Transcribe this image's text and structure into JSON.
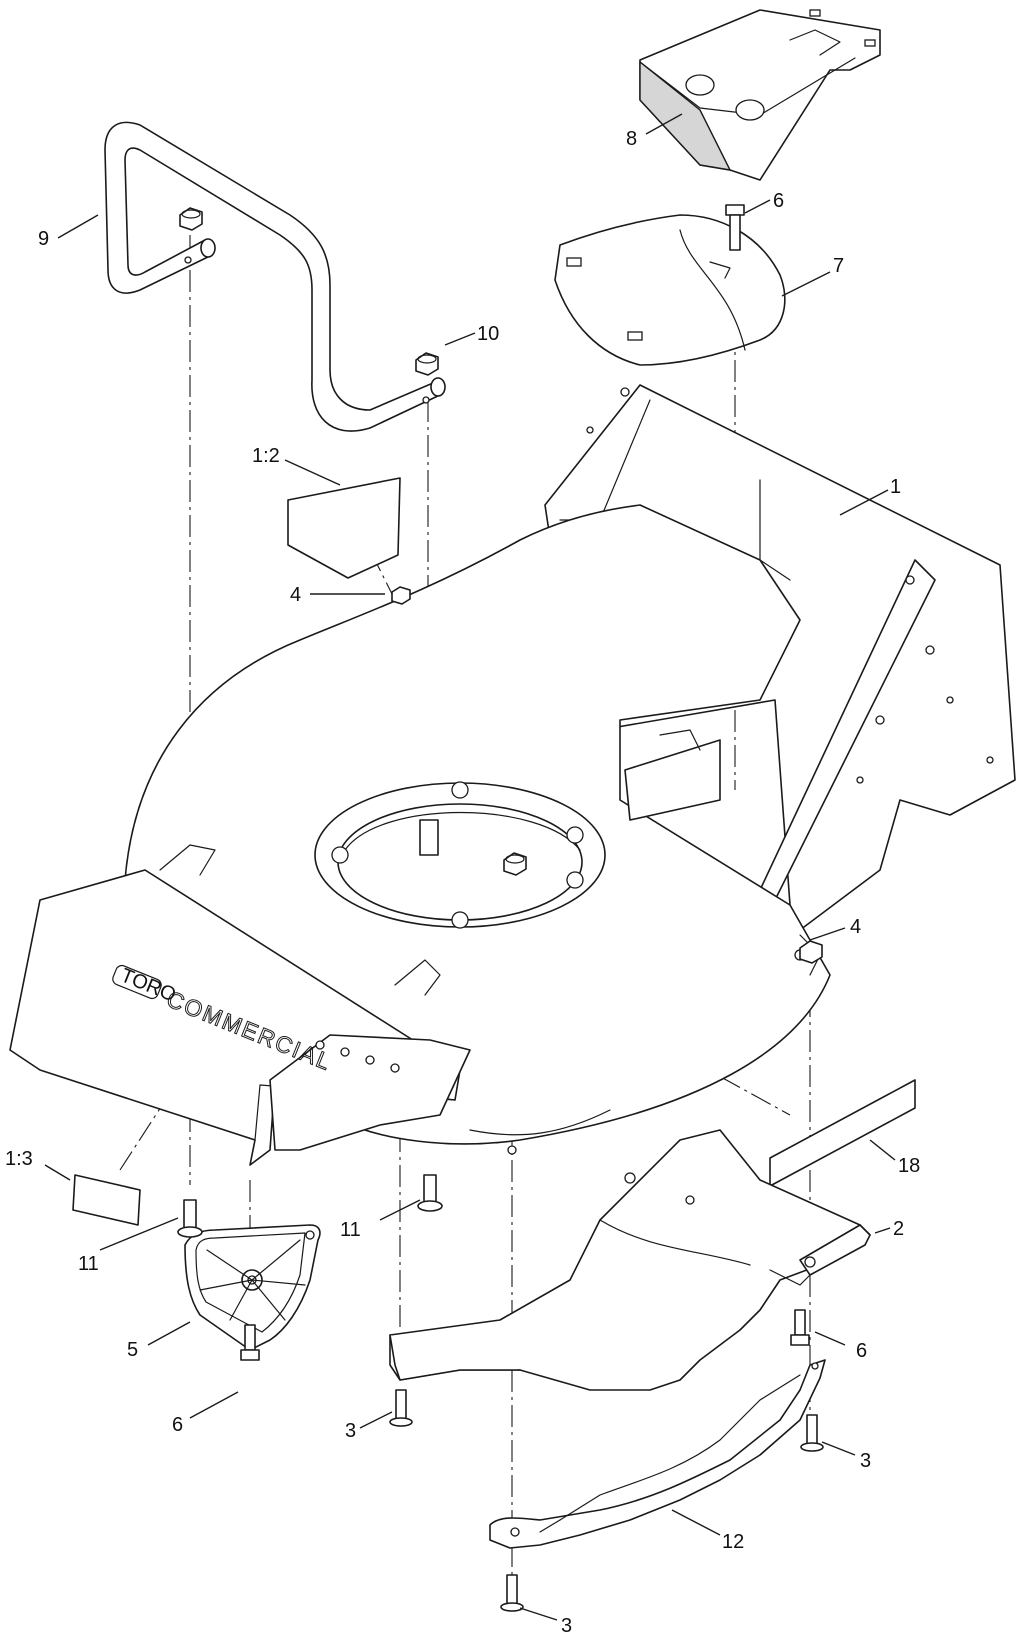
{
  "diagram": {
    "callouts": {
      "c1": "1",
      "c1_2": "1:2",
      "c1_3": "1:3",
      "c2": "2",
      "c3a": "3",
      "c3b": "3",
      "c3c": "3",
      "c4a": "4",
      "c4b": "4",
      "c5": "5",
      "c6a": "6",
      "c6b": "6",
      "c6c": "6",
      "c7": "7",
      "c8": "8",
      "c9": "9",
      "c10": "10",
      "c11a": "11",
      "c11b": "11",
      "c12": "12",
      "c18": "18"
    },
    "housing_logo": {
      "brand": "TORO",
      "text": "COMMERCIAL"
    }
  }
}
